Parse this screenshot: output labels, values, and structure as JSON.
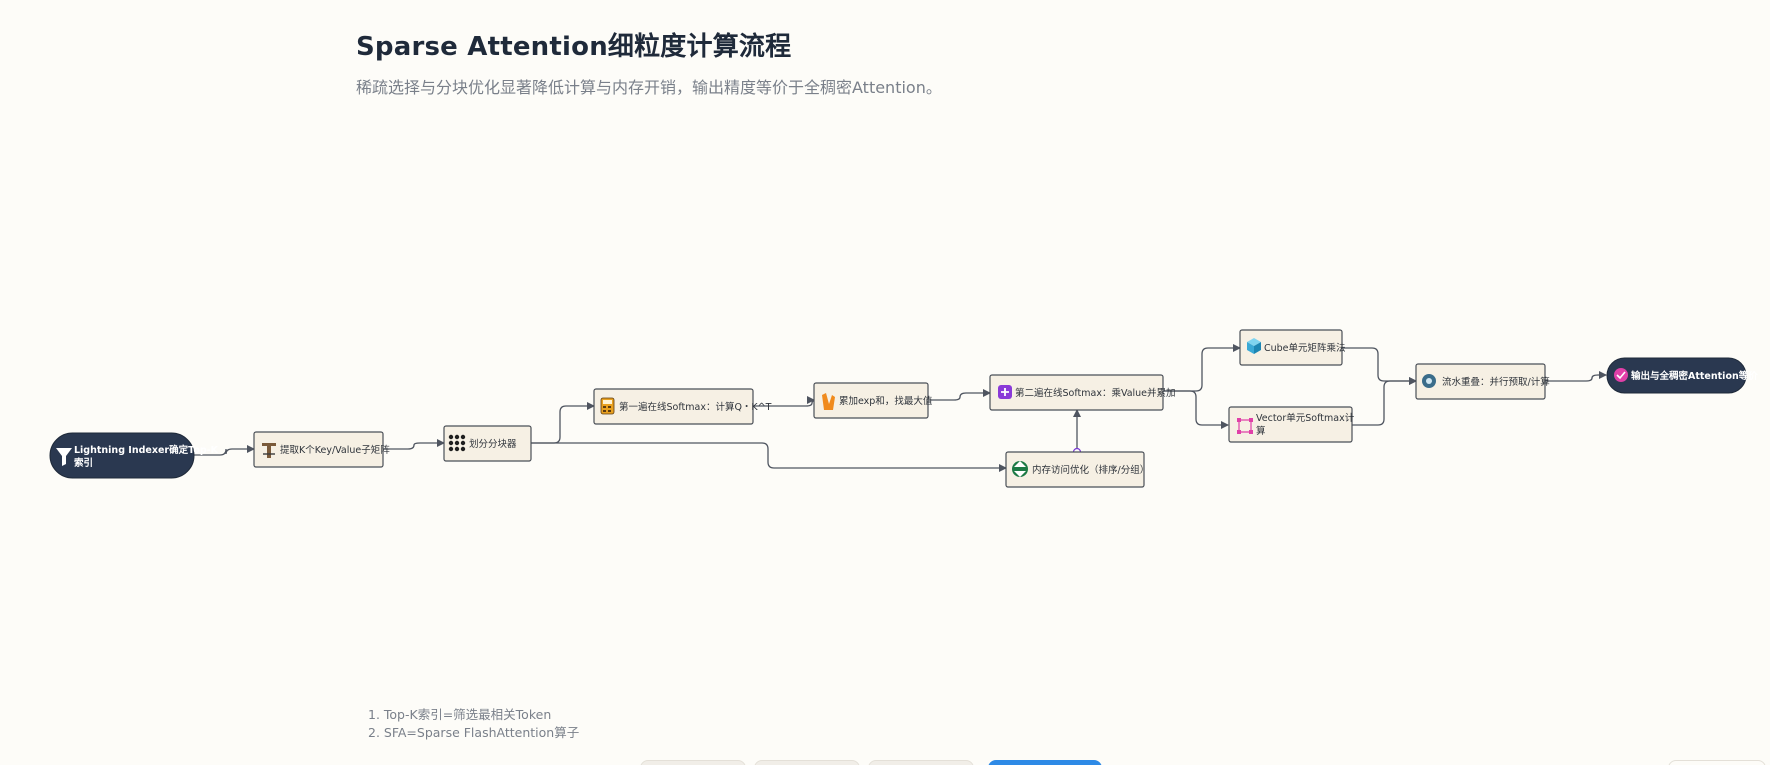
{
  "header": {
    "title": "Sparse Attention细粒度计算流程",
    "subtitle": "稀疏选择与分块优化显著降低计算与内存开销，输出精度等价于全稠密Attention。"
  },
  "nodes": {
    "n1": "Lightning Indexer确定Top-K索引",
    "n2": "提取K个Key/Value子矩阵",
    "n3": "划分分块器",
    "n4": "第一遍在线Softmax：计算Q・K^T",
    "n5": "累加exp和，找最大值",
    "n6": "第二遍在线Softmax：乘Value并累加",
    "n7": "内存访问优化（排序/分组）",
    "n8": "Cube单元矩阵乘法",
    "n9": "Vector单元Softmax计算",
    "n10": "流水重叠：并行预取/计算",
    "n11": "输出与全稠密Attention等价"
  },
  "icons": {
    "n1": "funnel-icon",
    "n2": "tool-icon",
    "n3": "grid-icon",
    "n4": "calculator-icon",
    "n5": "hands-icon",
    "n6": "plus-square-icon",
    "n7": "sort-icon",
    "n8": "cube-icon",
    "n9": "vector-icon",
    "n10": "pipeline-icon",
    "n11": "check-icon"
  },
  "notes": [
    "1. Top-K索引=筛选最相关Token",
    "2. SFA=Sparse FlashAttention算子"
  ],
  "colors": {
    "background": "#fdfcf8",
    "node_fill": "#f6f0e4",
    "terminal_fill": "#2a3850",
    "accent_tab": "#2e8ae6"
  }
}
